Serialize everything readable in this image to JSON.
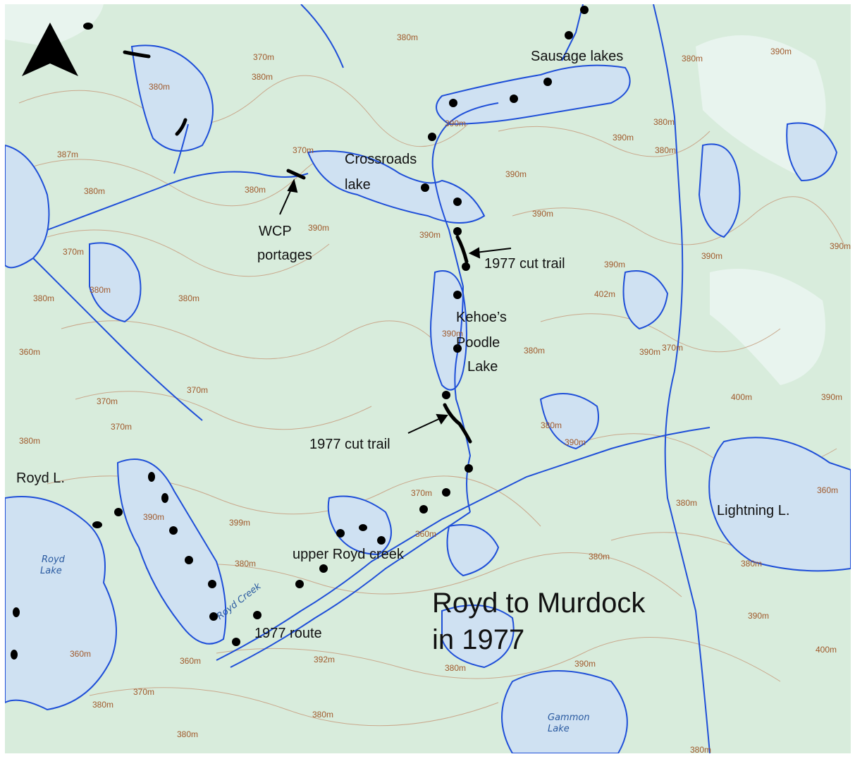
{
  "map": {
    "title_line1": "Royd to Murdock",
    "title_line2": "in 1977",
    "north_arrow_icon": "north-arrow-icon",
    "labels": {
      "sausage_lakes": "Sausage lakes",
      "crossroads_1": "Crossroads",
      "crossroads_2": "lake",
      "wcp_1": "WCP",
      "wcp_2": "portages",
      "cut_trail_upper": "1977 cut trail",
      "kehoe_1": "Kehoe’s",
      "kehoe_2": "Poodle",
      "kehoe_3": "Lake",
      "cut_trail_lower": "1977 cut trail",
      "royd_l": "Royd L.",
      "upper_royd_creek": "upper Royd creek",
      "route_1977": "1977 route",
      "lightning_l": "Lightning L."
    },
    "water_labels": {
      "royd_lake_1": "Royd",
      "royd_lake_2": "Lake",
      "royd_creek": "Royd Creek",
      "gammon_1": "Gammon",
      "gammon_2": "Lake"
    },
    "elevations": [
      "380m",
      "370m",
      "380m",
      "380m",
      "390m",
      "387m",
      "380m",
      "380m",
      "370m",
      "380m",
      "390m",
      "380m",
      "390m",
      "380m",
      "390m",
      "390m",
      "390m",
      "390m",
      "390m",
      "402m",
      "390m",
      "390m",
      "360m",
      "370m",
      "370m",
      "370m",
      "380m",
      "380m",
      "380m",
      "390m",
      "380m",
      "390m",
      "370m",
      "400m",
      "390m",
      "380m",
      "380m",
      "360m",
      "399m",
      "390m",
      "370m",
      "360m",
      "380m",
      "380m",
      "380m",
      "360m",
      "360m",
      "392m",
      "380m",
      "390m",
      "390m",
      "400m",
      "380m",
      "370m",
      "380m",
      "370m",
      "380m",
      "390m",
      "380m",
      "380m"
    ],
    "colors": {
      "land": "#d8ecdc",
      "water": "#cfe1f2",
      "shoreline": "#1f4fd8",
      "contour": "#c7a58a",
      "route": "#000000"
    }
  }
}
